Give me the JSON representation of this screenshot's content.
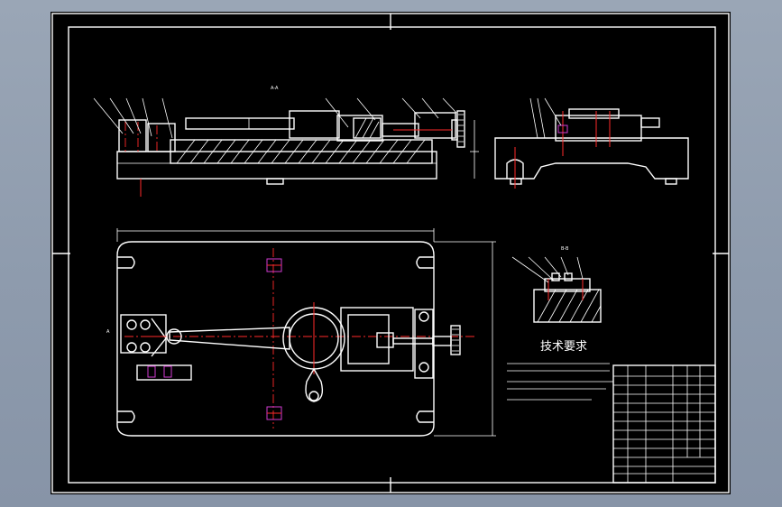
{
  "drawing": {
    "tech_req_title": "技术要求",
    "view_labels": {
      "section_aa": "A-A",
      "section_bb": "B-B",
      "detail_a": "A"
    },
    "colors": {
      "background": "#000000",
      "outline": "#ffffff",
      "center_line": "#ff2a2a",
      "hidden_line": "#d23cd2",
      "frame": "#8e9bad"
    }
  }
}
